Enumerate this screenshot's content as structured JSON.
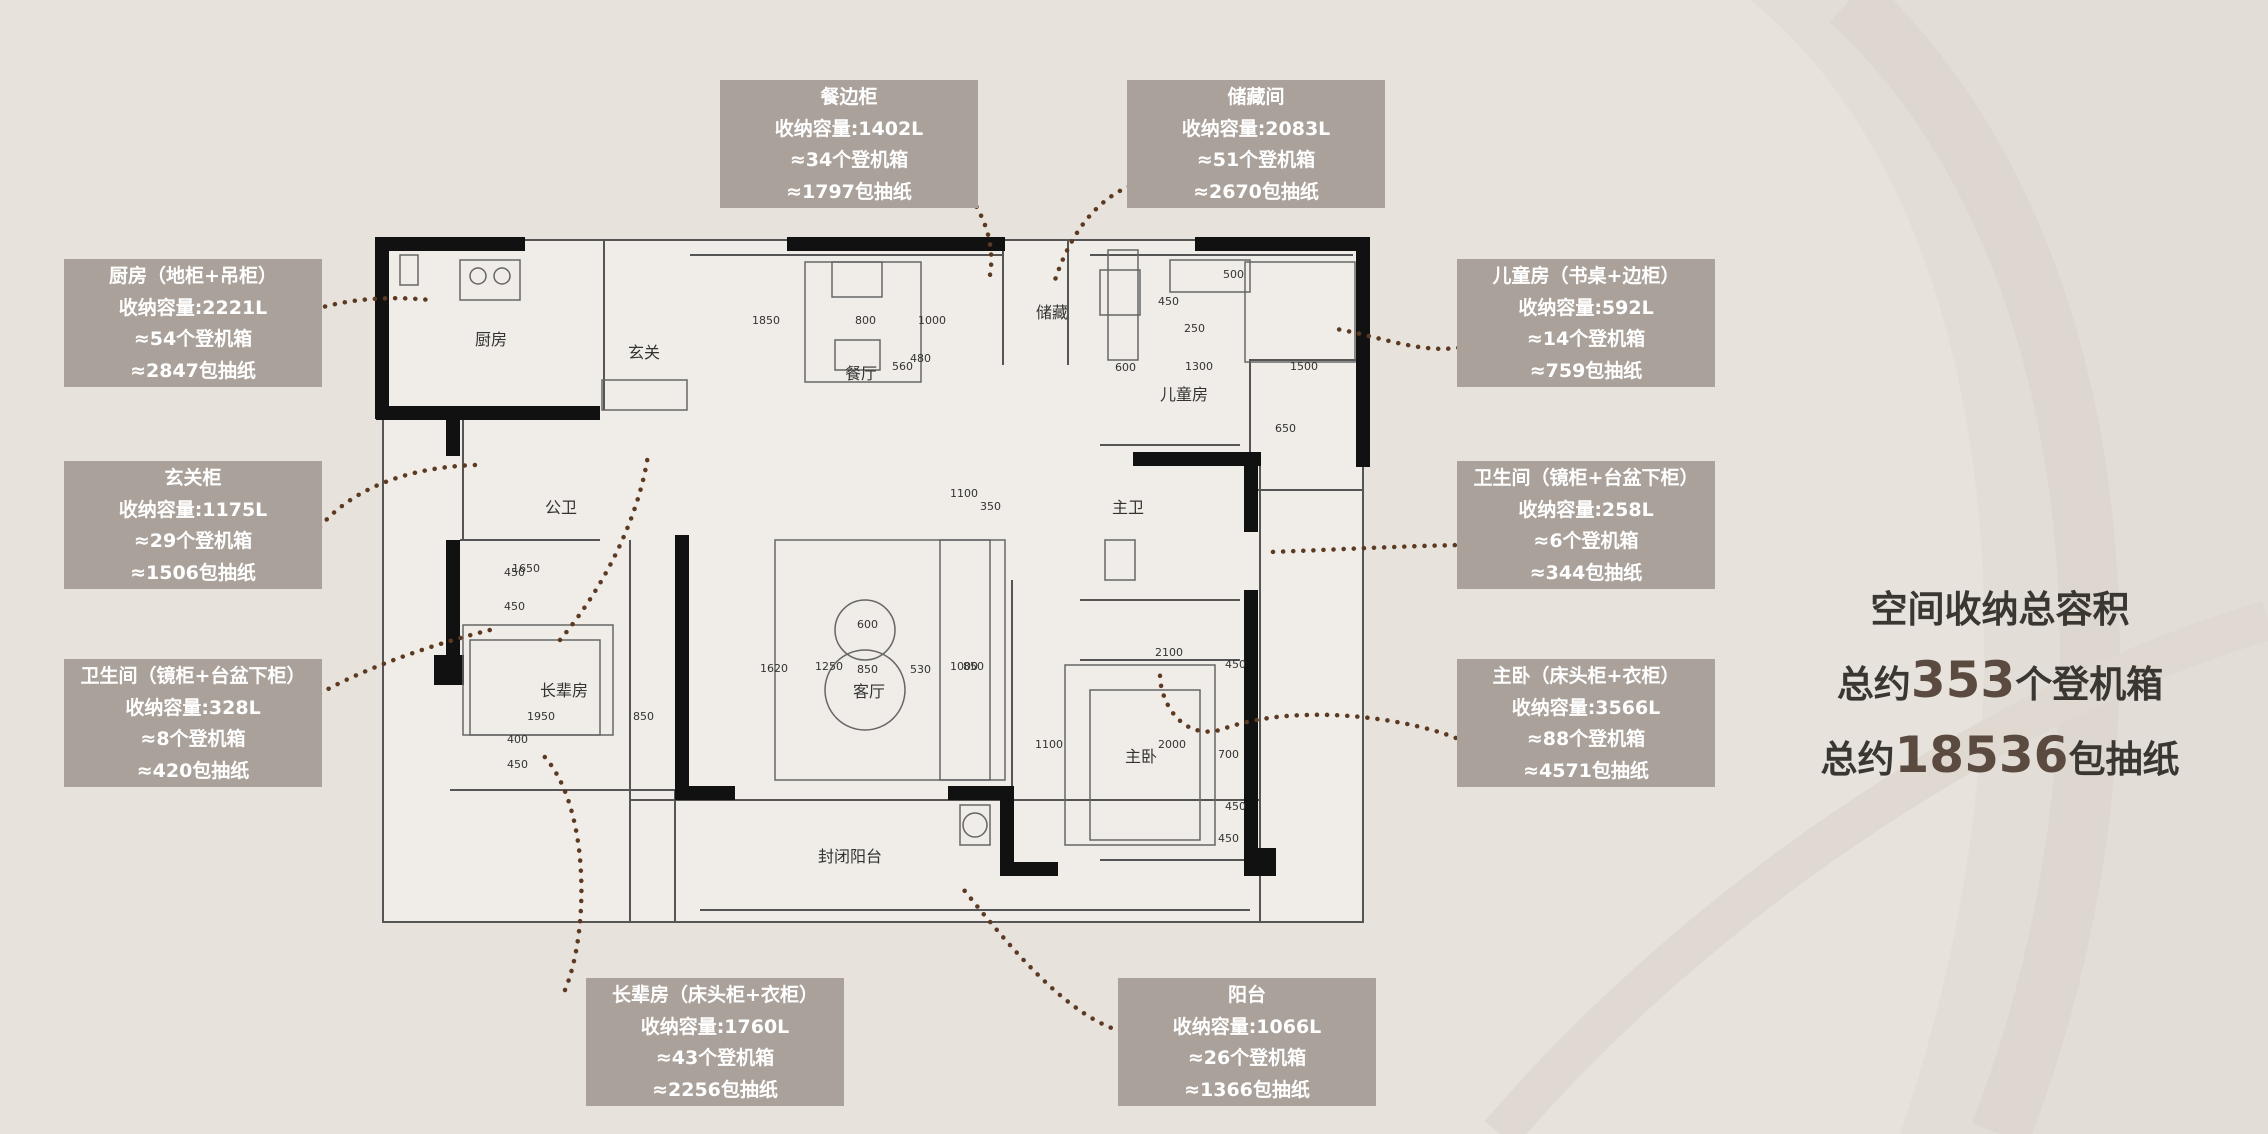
{
  "colors": {
    "background": "#e7e2dc",
    "callout_bg": "#aaa19a",
    "callout_text": "#ffffff",
    "wall": "#111111",
    "leader": "#5c3a22"
  },
  "callouts": [
    {
      "id": "dining-cabinet",
      "title": "餐边柜",
      "capacity": "收纳容量:1402L",
      "boxes": "≈34个登机箱",
      "tissues": "≈1797包抽纸"
    },
    {
      "id": "storage-room",
      "title": "储藏间",
      "capacity": "收纳容量:2083L",
      "boxes": "≈51个登机箱",
      "tissues": "≈2670包抽纸"
    },
    {
      "id": "kitchen",
      "title": "厨房（地柜+吊柜）",
      "capacity": "收纳容量:2221L",
      "boxes": "≈54个登机箱",
      "tissues": "≈2847包抽纸"
    },
    {
      "id": "kids-room",
      "title": "儿童房（书桌+边柜）",
      "capacity": "收纳容量:592L",
      "boxes": "≈14个登机箱",
      "tissues": "≈759包抽纸"
    },
    {
      "id": "entry-cabinet",
      "title": "玄关柜",
      "capacity": "收纳容量:1175L",
      "boxes": "≈29个登机箱",
      "tissues": "≈1506包抽纸"
    },
    {
      "id": "bath-right",
      "title": "卫生间（镜柜+台盆下柜）",
      "capacity": "收纳容量:258L",
      "boxes": "≈6个登机箱",
      "tissues": "≈344包抽纸"
    },
    {
      "id": "bath-left",
      "title": "卫生间（镜柜+台盆下柜）",
      "capacity": "收纳容量:328L",
      "boxes": "≈8个登机箱",
      "tissues": "≈420包抽纸"
    },
    {
      "id": "master-bedroom",
      "title": "主卧（床头柜+衣柜）",
      "capacity": "收纳容量:3566L",
      "boxes": "≈88个登机箱",
      "tissues": "≈4571包抽纸"
    },
    {
      "id": "elder-room",
      "title": "长辈房（床头柜+衣柜）",
      "capacity": "收纳容量:1760L",
      "boxes": "≈43个登机箱",
      "tissues": "≈2256包抽纸"
    },
    {
      "id": "balcony",
      "title": "阳台",
      "capacity": "收纳容量:1066L",
      "boxes": "≈26个登机箱",
      "tissues": "≈1366包抽纸"
    }
  ],
  "summary": {
    "line1": "空间收纳总容积",
    "prefix": "总约",
    "boxes_num": "353",
    "boxes_unit": "个登机箱",
    "tissues_num": "18536",
    "tissues_unit": "包抽纸"
  },
  "rooms": {
    "kitchen": "厨房",
    "entry": "玄关",
    "dining": "餐厅",
    "storage": "储藏",
    "kids": "儿童房",
    "public_bath": "公卫",
    "master_bath": "主卫",
    "elder": "长辈房",
    "living": "客厅",
    "master": "主卧",
    "balcony": "封闭阳台"
  },
  "dimensions": {
    "d1850": "1850",
    "d800": "800",
    "d1000": "1000",
    "d560": "560",
    "d480": "480",
    "d600a": "600",
    "d500": "500",
    "d450a": "450",
    "d250": "250",
    "d1300": "1300",
    "d1500": "1500",
    "d650": "650",
    "d1100a": "1100",
    "d350": "350",
    "d1650": "1650",
    "d450b": "450",
    "d450c": "450",
    "d1620": "1620",
    "d1250": "1250",
    "d600b": "600",
    "d850a": "850",
    "d530": "530",
    "d1000b": "1000",
    "d850b": "850",
    "d1950": "1950",
    "d850c": "850",
    "d400": "400",
    "d450d": "450",
    "d2100": "2100",
    "d450e": "450",
    "d1100b": "1100",
    "d2000": "2000",
    "d700": "700",
    "d450f": "450",
    "d450g": "450"
  }
}
